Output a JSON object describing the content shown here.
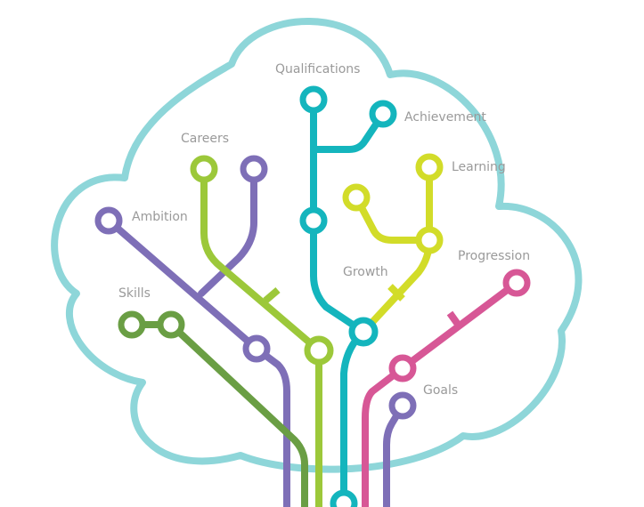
{
  "labels": {
    "qualifications": "Qualifications",
    "achievement": "Achievement",
    "careers": "Careers",
    "learning": "Learning",
    "ambition": "Ambition",
    "growth": "Growth",
    "progression": "Progression",
    "skills": "Skills",
    "goals": "Goals"
  },
  "colors": {
    "cloud": "#8ed6d9",
    "teal": "#14b5bd",
    "lime": "#9cc83a",
    "yellow": "#d2dc29",
    "purple": "#7e6fb7",
    "green": "#6a9e44",
    "pink": "#d75796",
    "text": "#9a9a9a"
  }
}
